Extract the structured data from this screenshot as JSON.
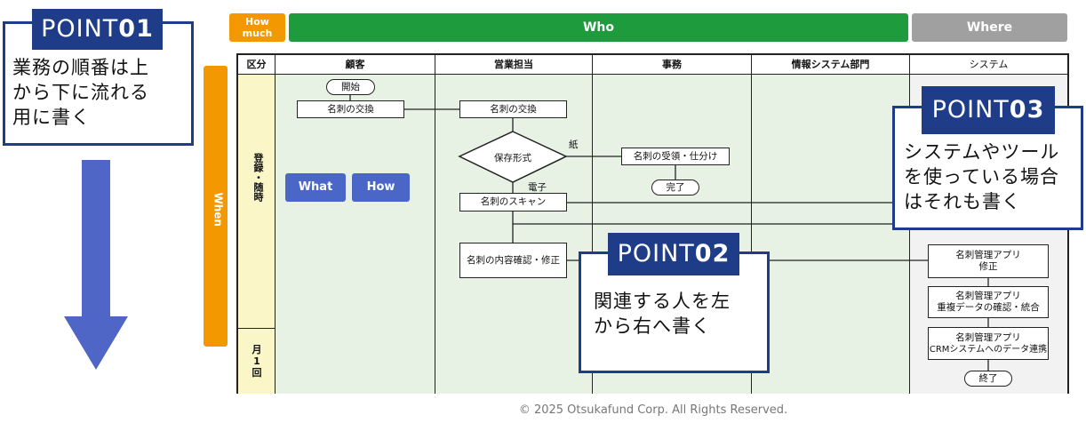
{
  "point01": {
    "badge_prefix": "POINT",
    "badge_number": "01",
    "text": "業務の順番は上\nから下に流れる\n用に書く"
  },
  "point02": {
    "badge_prefix": "POINT",
    "badge_number": "02",
    "text": "関連する人を左\nから右へ書く"
  },
  "point03": {
    "badge_prefix": "POINT",
    "badge_number": "03",
    "text": "システムやツール\nを使っている場合\nはそれも書く"
  },
  "header": {
    "how_much": "How\nmuch",
    "who": "Who",
    "where": "Where",
    "when": "When"
  },
  "colors": {
    "navy": "#1f3c88",
    "orange": "#f39800",
    "green": "#1e9b3c",
    "gray": "#a0a0a0",
    "blue_tag": "#4a67c8"
  },
  "table": {
    "col_kubun": "区分",
    "col_customer": "顧客",
    "col_sales": "営業担当",
    "col_office": "事務",
    "col_it": "情報システム部門",
    "col_system": "システム",
    "row_register": "登録・随時",
    "row_monthly": "月\n1\n回"
  },
  "tags": {
    "what": "What",
    "how": "How"
  },
  "nodes": {
    "start": "開始",
    "customer_exchange": "名刺の交換",
    "sales_exchange": "名刺の交換",
    "storage_format": "保存形式",
    "paper": "紙",
    "electronic": "電子",
    "office_receive": "名刺の受領・仕分け",
    "done": "完了",
    "scan": "名刺のスキャン",
    "confirm": "名刺の内容確認・修正",
    "app_fix_1": "名刺管理アプリ",
    "app_fix_2": "修正",
    "app_dup_1": "名刺管理アプリ",
    "app_dup_2": "重複データの確認・統合",
    "app_crm_1": "名刺管理アプリ",
    "app_crm_2": "CRMシステムへのデータ連携",
    "end": "終了"
  },
  "footer": {
    "copyright": "© 2025 Otsukafund Corp. All Rights Reserved."
  }
}
